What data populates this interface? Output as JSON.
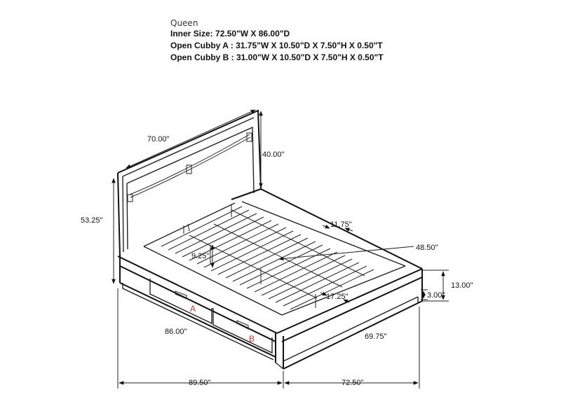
{
  "header": {
    "size_name": "Queen",
    "inner_size": "Inner Size: 72.50\"W X 86.00\"D",
    "cubby_a": "Open Cubby A : 31.75\"W X 10.50\"D X 7.50\"H X 0.50\"T",
    "cubby_b": "Open Cubby B : 31.00\"W X 10.50\"D X 7.50\"H X 0.50\"T"
  },
  "dimensions": {
    "headboard_width": "70.00\"",
    "headboard_height": "40.00\"",
    "overall_height": "53.25\"",
    "shelf_depth": "11.75\"",
    "inner_length": "48.50\"",
    "cubby_height": "9.25\"",
    "inner_width": "17.25\"",
    "side_rail_height": "13.00\"",
    "leg_height": "3.00\"",
    "inner_depth": "86.00\"",
    "foot_length": "69.75\"",
    "overall_length": "89.50\"",
    "overall_width": "72.50\""
  },
  "labels": {
    "cubby_a": "A",
    "cubby_b": "B"
  },
  "colors": {
    "line": "#222222",
    "cubby_label": "#c23a3a"
  }
}
